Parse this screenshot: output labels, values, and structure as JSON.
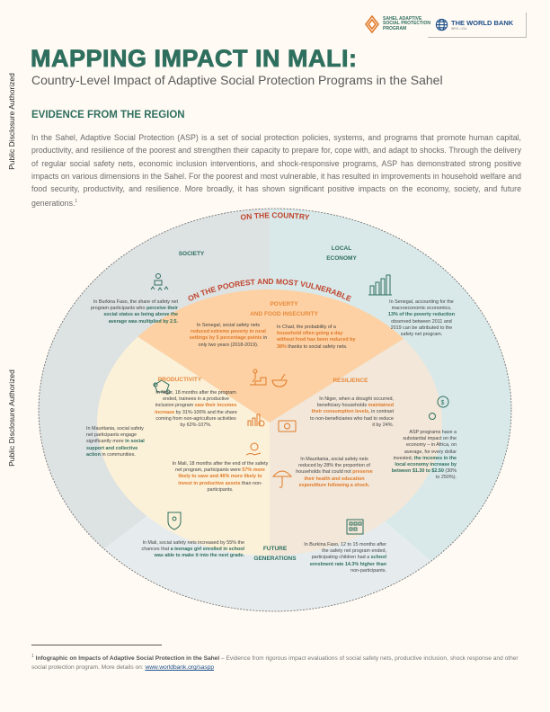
{
  "margin_stamp": [
    "Public Disclosure Authorized",
    "Public Disclosure Authorized"
  ],
  "logos": {
    "sahel": [
      "SAHEL ADAPTIVE",
      "SOCIAL PROTECTION",
      "PROGRAM"
    ],
    "world_bank": "THE WORLD BANK",
    "world_bank_sub": "IBRD • IDA"
  },
  "title": "MAPPING IMPACT IN MALI:",
  "subtitle": "Country-Level Impact of Adaptive Social Protection Programs in the Sahel",
  "section_heading": "EVIDENCE FROM THE REGION",
  "body": "In the Sahel, Adaptive Social Protection (ASP) is a set of social protection policies, systems, and programs that promote human capital, productivity, and resilience of the poorest and strengthen their capacity to prepare for, cope with, and adapt to shocks. Through the delivery of regular social safety nets, economic inclusion interventions, and shock-responsive programs, ASP has demonstrated strong positive impacts on various dimensions in the Sahel. For the poorest and most vulnerable, it has resulted in improvements in household welfare and food security, productivity, and resilience. More broadly, it has shown significant positive impacts on the economy, society, and future generations.",
  "body_footnote_mark": "1",
  "diagram": {
    "outer_arc": "ON THE COUNTRY",
    "inner_arc": "ON THE POOREST AND MOST VULNERABLE",
    "colors": {
      "society": "#dde2e3",
      "economy": "#d9e9ea",
      "future": "#e6eced",
      "poverty": "#fdd1a3",
      "productivity": "#fbf0d8",
      "resilience": "#f2e7d8",
      "green": "#2f6f5e",
      "orange": "#e07a2a"
    },
    "society": {
      "label": "SOCIETY",
      "t1": [
        "In Burkina Faso, the share of safety net program participants who ",
        "perceive their social status as being above the average was multiplied by 2.5."
      ],
      "t2": [
        "In Mauritania, social safety net participants engage significantly more ",
        "in social support and collective action",
        " in communities."
      ]
    },
    "economy": {
      "label": [
        "LOCAL",
        "ECONOMY"
      ],
      "t1": [
        "In Senegal, accounting for the macroeconomic economics, ",
        "13% of the poverty reduction",
        " observed between 2011 and 2019 can be attributed to the safety net program."
      ],
      "t2": [
        "ASP programs have a substantial impact on the economy – in Africa, on average, for every dollar invested, ",
        "the incomes in the local economy increase by between $1.30 to $2.50",
        " (30% to 250%)."
      ]
    },
    "poverty": {
      "label": [
        "POVERTY",
        "AND FOOD INSECURITY"
      ],
      "t1": [
        "In Senegal, social safety nets ",
        "reduced extreme poverty in rural settings by 5 percentage points",
        " in only two years (2018-2019)."
      ],
      "t2": [
        "In Chad, the probability of a ",
        "household often going a day without food has been reduced by 38%",
        " thanks to social safety nets."
      ]
    },
    "productivity": {
      "label": "PRODUCTIVITY",
      "t1": [
        "In Niger, 18 months after the program ended, trainees in a productive inclusion program ",
        "saw their incomes increase",
        " by 31%-100% and the share coming from non-agriculture activities by 62%-107%."
      ],
      "t2": [
        "In Mali, 18 months after the end of the safety net program, participants were ",
        "57% more likely to save and 46% more likely to invest in productive assets",
        " than non-participants."
      ]
    },
    "resilience": {
      "label": "RESILIENCE",
      "t1": [
        "In Niger, when a drought occurred, beneficiary households ",
        "maintained their consumption levels,",
        " in contrast to non-beneficiaries who had to reduce it by 24%."
      ],
      "t2": [
        "In Mauritania, social safety nets reduced by 28% the proportion of households that could not ",
        "preserve their health and education expenditure following a shock."
      ]
    },
    "future": {
      "label": [
        "FUTURE",
        "GENERATIONS"
      ],
      "t1": [
        "In Mali, social safety nets increased by 55% the chances that ",
        "a teenage girl enrolled in school was able to make it into the next grade."
      ],
      "t2": [
        "In Burkina Faso, 12 to 15 months after the safety net program ended, participating children had a ",
        "school enrolment rate 14.3% higher than",
        " non-participants."
      ]
    }
  },
  "footnote": {
    "mark": "1",
    "bold": "Infographic on Impacts of Adaptive Social Protection in the Sahel",
    "text": " – Evidence from rigorous impact evaluations of social safety nets, productive inclusion, shock response and other social protection program. More details on: ",
    "link": "www.worldbank.org/saspp"
  }
}
